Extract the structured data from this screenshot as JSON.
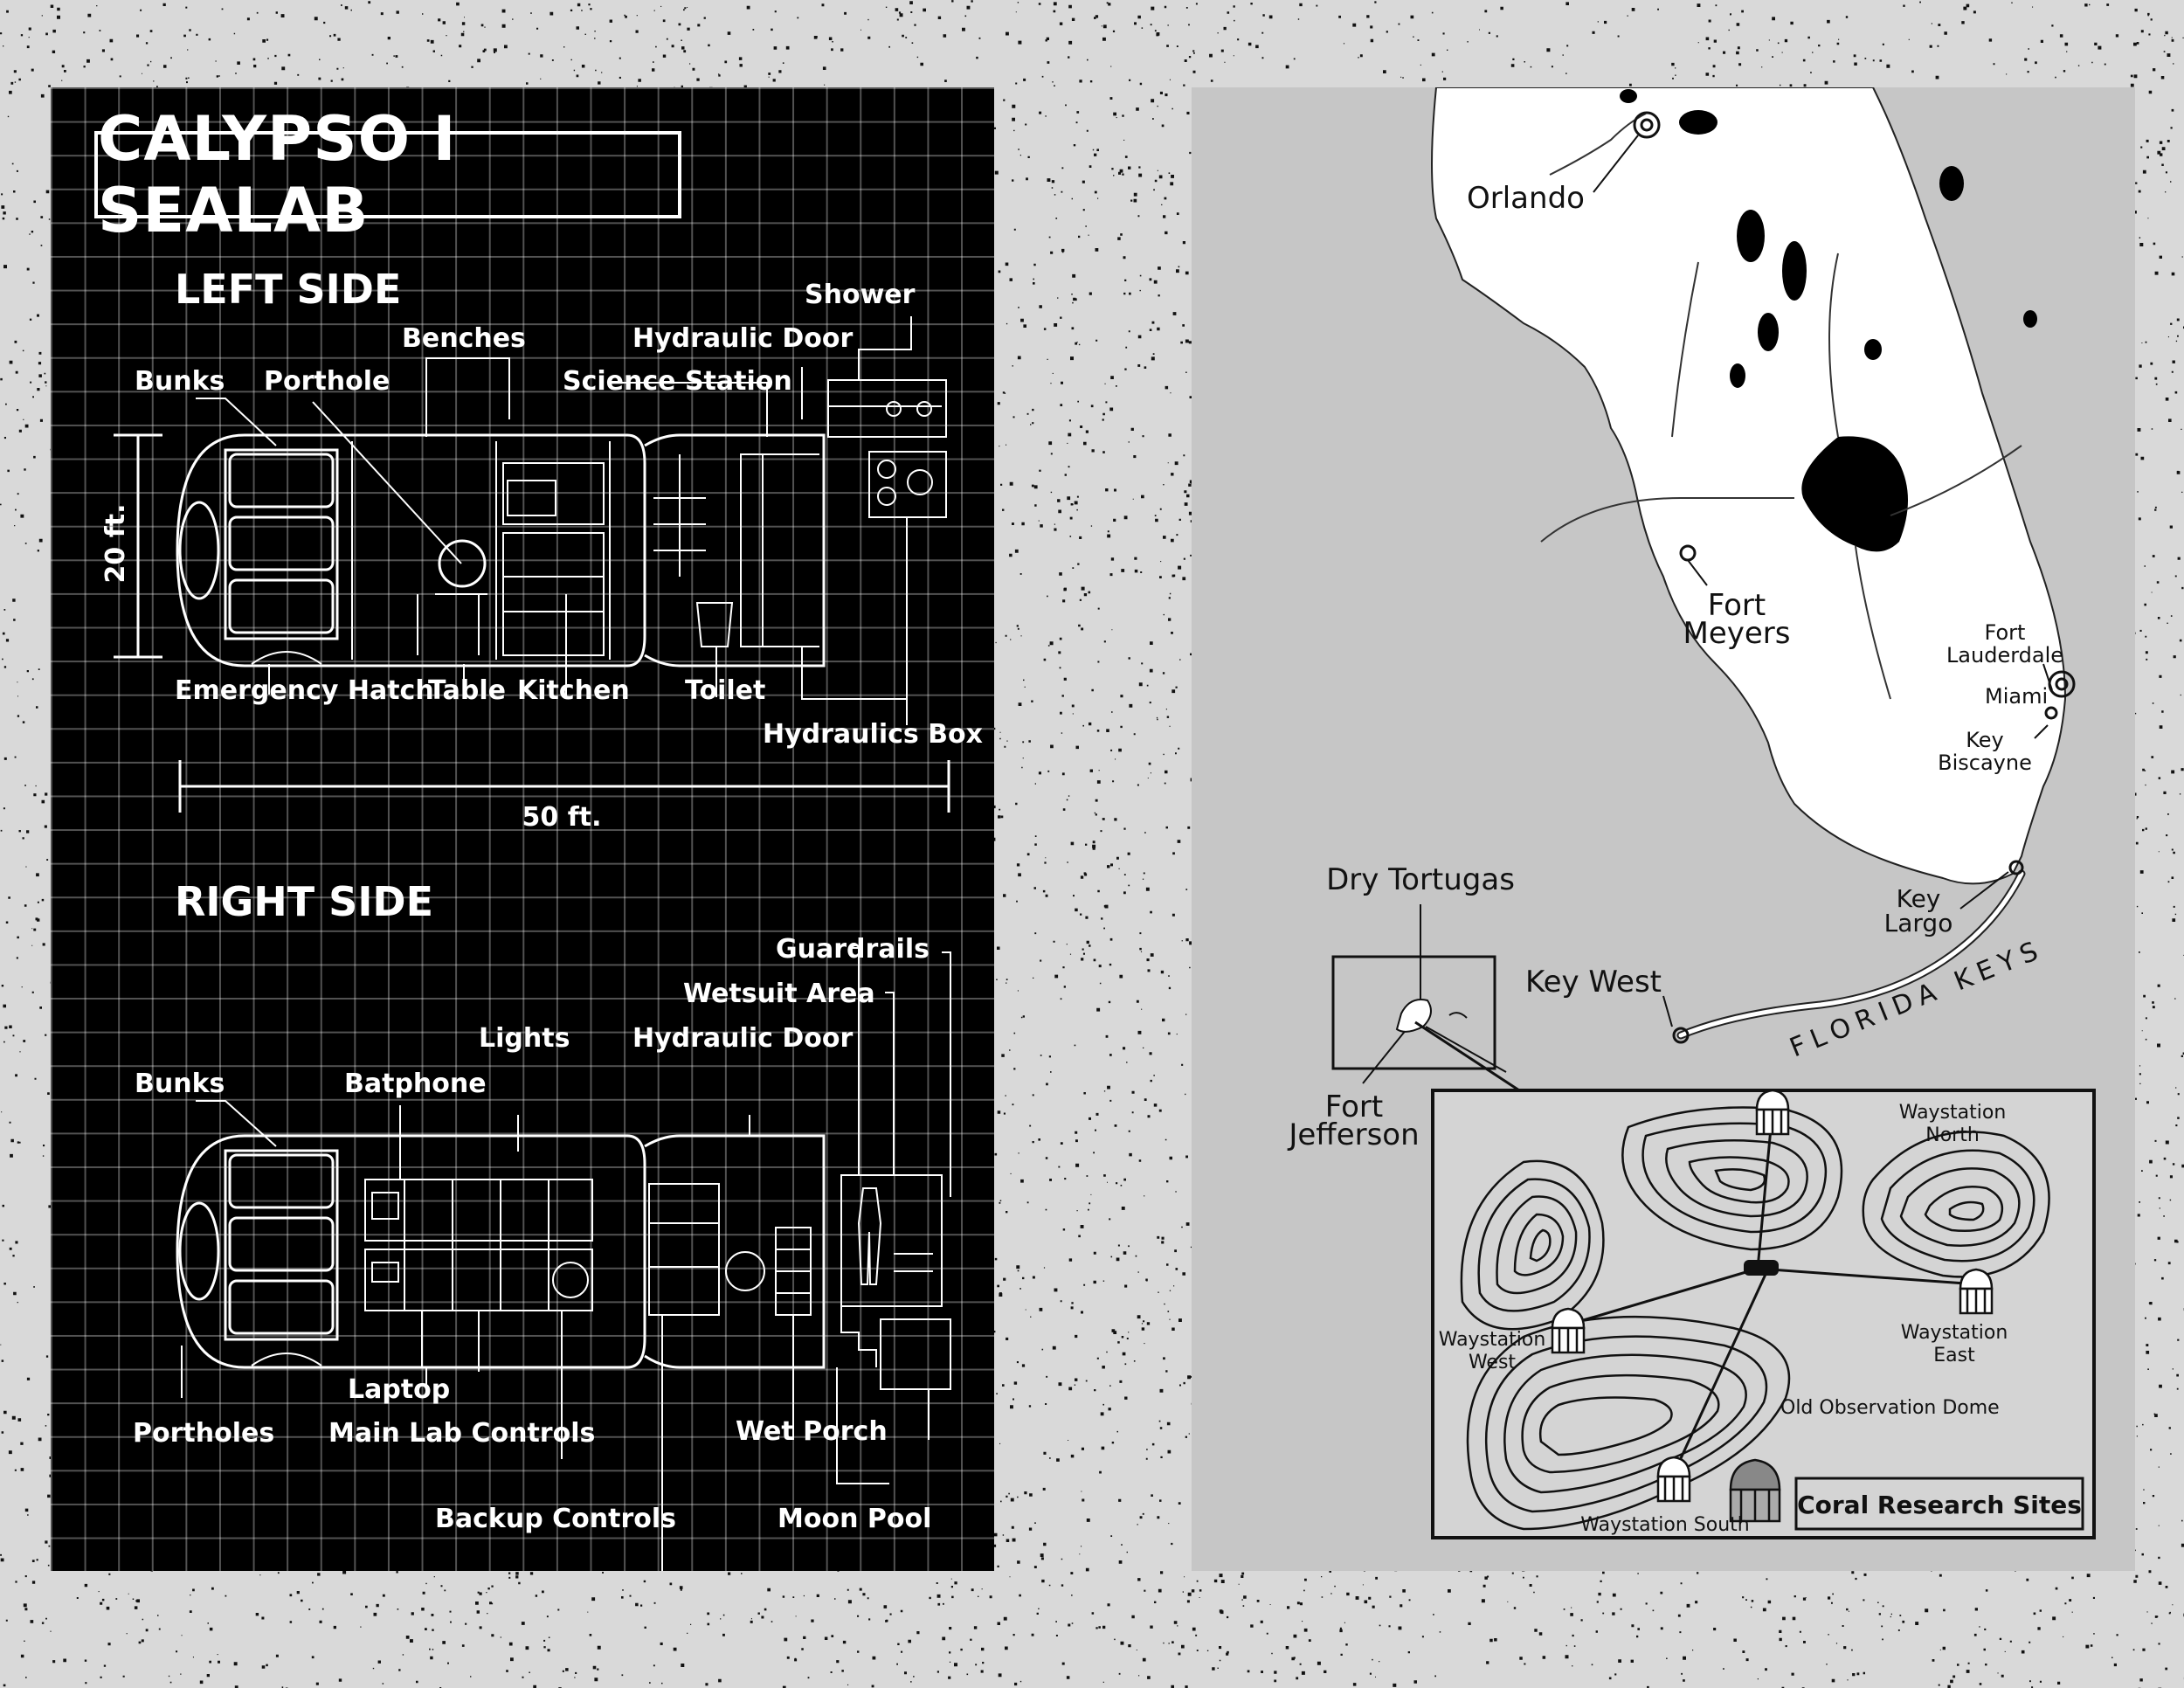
{
  "sealab": {
    "title": "CALYPSO I SEALAB",
    "left_side": {
      "heading": "LEFT SIDE",
      "labels": {
        "shower": "Shower",
        "benches": "Benches",
        "hydraulic_door": "Hydraulic Door",
        "bunks": "Bunks",
        "porthole": "Porthole",
        "science_station": "Science Station",
        "emergency_hatch": "Emergency Hatch",
        "table": "Table",
        "kitchen": "Kitchen",
        "toilet": "Toilet",
        "hydraulics_box": "Hydraulics Box"
      },
      "height_dim": "20 ft.",
      "length_dim": "50 ft."
    },
    "right_side": {
      "heading": "RIGHT SIDE",
      "labels": {
        "guardrails": "Guardrails",
        "wetsuit_area": "Wetsuit Area",
        "lights": "Lights",
        "hydraulic_door": "Hydraulic Door",
        "bunks": "Bunks",
        "batphone": "Batphone",
        "laptop": "Laptop",
        "portholes": "Portholes",
        "main_lab_controls": "Main Lab Controls",
        "wet_porch": "Wet Porch",
        "backup_controls": "Backup Controls",
        "moon_pool": "Moon Pool"
      }
    }
  },
  "map": {
    "cities": {
      "orlando": "Orlando",
      "fort_meyers_1": "Fort",
      "fort_meyers_2": "Meyers",
      "fort_lauderdale_1": "Fort",
      "fort_lauderdale_2": "Lauderdale",
      "miami": "Miami",
      "key_biscayne_1": "Key",
      "key_biscayne_2": "Biscayne",
      "key_largo_1": "Key",
      "key_largo_2": "Largo",
      "key_west": "Key West",
      "dry_tortugas": "Dry Tortugas",
      "fort_jefferson_1": "Fort",
      "fort_jefferson_2": "Jefferson"
    },
    "florida_keys": "FLORIDA KEYS",
    "inset": {
      "title": "Coral Research Sites",
      "waystation_north_1": "Waystation",
      "waystation_north_2": "North",
      "waystation_west_1": "Waystation",
      "waystation_west_2": "West",
      "waystation_east_1": "Waystation",
      "waystation_east_2": "East",
      "waystation_south": "Waystation South",
      "old_dome": "Old Observation Dome"
    }
  },
  "colors": {
    "blueprint_bg": "#000000",
    "blueprint_line": "#ffffff",
    "sea": "#c6c6c6",
    "land": "#ffffff",
    "lake": "#000000"
  }
}
